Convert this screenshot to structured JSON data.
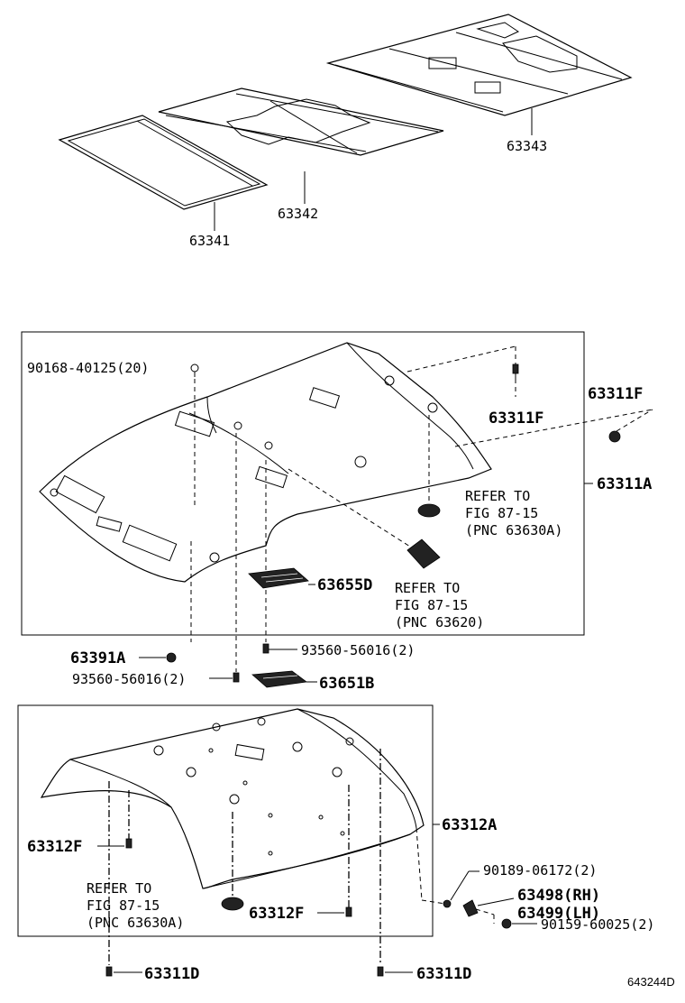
{
  "labels": {
    "p63341": "63341",
    "p63342": "63342",
    "p63343": "63343",
    "p90168": "90168-40125(20)",
    "p63311F_a": "63311F",
    "p63311F_b": "63311F",
    "p63311A": "63311A",
    "p63655D": "63655D",
    "p63391A": "63391A",
    "p93560_a": "93560-56016(2)",
    "p93560_b": "93560-56016(2)",
    "p63651B": "63651B",
    "p63312A": "63312A",
    "p63312F_a": "63312F",
    "p63312F_b": "63312F",
    "p90189": "90189-06172(2)",
    "p63498": "63498(RH)",
    "p63499": "63499(LH)",
    "p90159": "90159-60025(2)",
    "p63311D_a": "63311D",
    "p63311D_b": "63311D"
  },
  "refs": {
    "ref1": [
      "REFER TO",
      "FIG 87-15",
      "(PNC 63630A)"
    ],
    "ref2": [
      "REFER TO",
      "FIG 87-15",
      "(PNC 63620)"
    ],
    "ref3": [
      "REFER TO",
      "FIG 87-15",
      "(PNC 63630A)"
    ]
  },
  "figure_code": "643244D"
}
